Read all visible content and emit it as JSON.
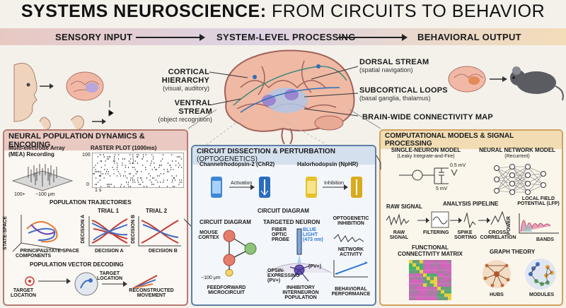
{
  "title": {
    "bold": "SYSTEMS NEUROSCIENCE:",
    "rest": " FROM CIRCUITS TO BEHAVIOR"
  },
  "banner": {
    "left": "SENSORY INPUT",
    "middle": "SYSTEM-LEVEL PROCESSING",
    "right": "BEHAVIORAL OUTPUT"
  },
  "brain_labels": {
    "cortical": {
      "title": "CORTICAL HIERARCHY",
      "sub": "(visual, auditory)"
    },
    "ventral": {
      "title": "VENTRAL STREAM",
      "sub": "(object recognition)"
    },
    "dorsal": {
      "title": "DORSAL STREAM",
      "sub": "(spatial navigation)"
    },
    "subcortical": {
      "title": "SUBCORTICAL LOOPS",
      "sub": "(basal ganglia, thalamus)"
    },
    "connectivity": {
      "title": "BRAIN-WIDE CONNECTIVITY MAP"
    }
  },
  "left_panel": {
    "title": "NEURAL POPULATION DYNAMICS & ENCODING",
    "mea": {
      "title": "Multi-electrode Array (MEA) Recording",
      "count": "100+",
      "scale": "~100 μm"
    },
    "raster": {
      "title": "RASTER PLOT (1000ms)",
      "y_top": "100",
      "y_bottom": "0",
      "scale": "1 s"
    },
    "trajectories": {
      "title": "POPULATION TRAJECTORIES",
      "axis1": "STATE-SPACE",
      "axis2": "PRINCIPAL COMPONENTS",
      "axis3": "STATE-SPACE",
      "trial1": "TRIAL 1",
      "trial2": "TRIAL 2",
      "decA": "DECISION A",
      "decB": "DECISION B",
      "decA2": "DECISION A",
      "decB2": "DECISION B"
    },
    "decoding": {
      "title": "POPULATION VECTOR DECODING",
      "target1": "TARGET LOCATION",
      "target2": "TARGET LOCATION",
      "recon": "RECONSTRUCTED MOVEMENT"
    }
  },
  "middle_panel": {
    "title_bold": "CIRCUIT DISSECTION & PERTURBATION",
    "title_rest": " (OPTOGENETICS)",
    "chr2": {
      "title": "Channelrhodopsin-2 (ChR2)",
      "action": "Activation"
    },
    "nphr": {
      "title": "Halorhodopsin (NpHR)",
      "action": "Inhibition"
    },
    "circuit_diagram_top": "CIRCUIT DIAGRAM",
    "circuit_diagram": "CIRCUIT DIAGRAM",
    "mouse_cortex": "MOUSE CORTEX",
    "scale": "~100 μm",
    "ff_label": "FEEDFORWARD MICROCIRCUIT",
    "targeted": "TARGETED NEURON",
    "fiber": "FIBER OPTIC PROBE",
    "blue_light": "BLUE LIGHT (473 nm)",
    "opsin": "OPSIN-EXPRESSING (PV+)",
    "pv": "(PV+)",
    "inhib_pop": "INHIBITORY INTERNEURON POPULATION",
    "opto_inhib": "OPTOGENETIC INHIBITION",
    "net_act": "NETWORK ACTIVITY",
    "beh_perf": "BEHAVIORAL PERFORMANCE"
  },
  "right_panel": {
    "title": "COMPUTATIONAL MODELS & SIGNAL PROCESSING",
    "single": {
      "title": "SINGLE-NEURON MODEL",
      "sub": "(Leaky Integrate-and-Fire)",
      "scale1": "0.5 mV",
      "scale2": "5 mV"
    },
    "network": {
      "title": "NEURAL NETWORK MODEL",
      "sub": "(Recurrent)"
    },
    "raw": "RAW SIGNAL",
    "pipeline": "ANALYSIS PIPELINE",
    "raw2": "RAW SIGNAL",
    "filtering": "FILTERING",
    "spike": "SPIKE SORTING",
    "xcorr": "CROSS-CORRELATION",
    "lfp": "LOCAL FIELD POTENTIAL (LFP)",
    "power": "POWER",
    "bands": "BANDS",
    "fc": "FUNCTIONAL CONNECTIVITY MATRIX",
    "graph": "GRAPH THEORY",
    "hubs": "HUBS",
    "modules": "MODULES"
  },
  "colors": {
    "panel_border": "#b67a72",
    "mid_border": "#5f7fa6",
    "right_border": "#d2a160",
    "blue": "#2f7bd6",
    "yellow": "#e6c12b"
  }
}
